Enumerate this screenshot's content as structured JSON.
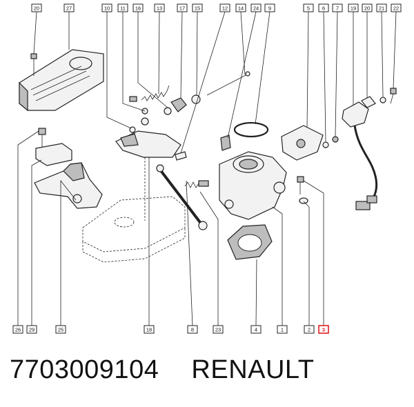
{
  "callouts_top": [
    "20",
    "27",
    "10",
    "11",
    "16",
    "13",
    "17",
    "15",
    "12",
    "14",
    "24",
    "9",
    "5",
    "6",
    "7",
    "19",
    "20",
    "21",
    "22"
  ],
  "callouts_bottom": [
    "26",
    "29",
    "25",
    "18",
    "8",
    "23",
    "4",
    "1",
    "2",
    "3"
  ],
  "highlighted_callout": "3",
  "highlight_color": "#e02020",
  "footer": {
    "part_number": "7703009104",
    "brand": "RENAULT"
  }
}
